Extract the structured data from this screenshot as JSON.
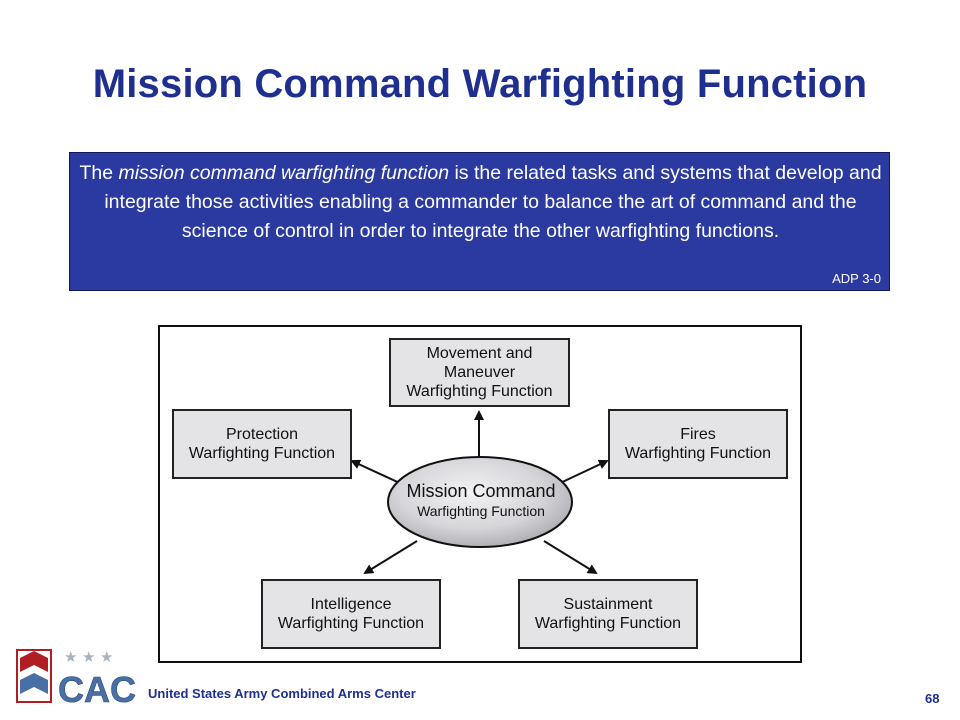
{
  "slide": {
    "title": "Mission Command Warfighting Function",
    "page_number": "68",
    "footer_org": "United States Army Combined Arms Center",
    "logo_text": "CAC"
  },
  "definition": {
    "pre": "The ",
    "term": "mission command warfighting function",
    "post": " is the related tasks and systems that develop and integrate those activities enabling a commander to balance the art of command and the science of control in order to integrate the other warfighting functions.",
    "source": "ADP 3-0"
  },
  "diagram": {
    "center": {
      "line1": "Mission Command",
      "line2": "Warfighting Function"
    },
    "nodes": {
      "movement": {
        "line1": "Movement and",
        "line2": "Maneuver",
        "line3": "Warfighting Function"
      },
      "protection": {
        "line1": "Protection",
        "line2": "Warfighting Function"
      },
      "fires": {
        "line1": "Fires",
        "line2": "Warfighting Function"
      },
      "intelligence": {
        "line1": "Intelligence",
        "line2": "Warfighting Function"
      },
      "sustainment": {
        "line1": "Sustainment",
        "line2": "Warfighting Function"
      }
    }
  },
  "colors": {
    "title": "#1f2f8f",
    "definition_bg": "#2b3aa0",
    "box_fill": "#e4e4e6",
    "logo_red": "#b01e23",
    "logo_blue": "#4a6fa5"
  }
}
